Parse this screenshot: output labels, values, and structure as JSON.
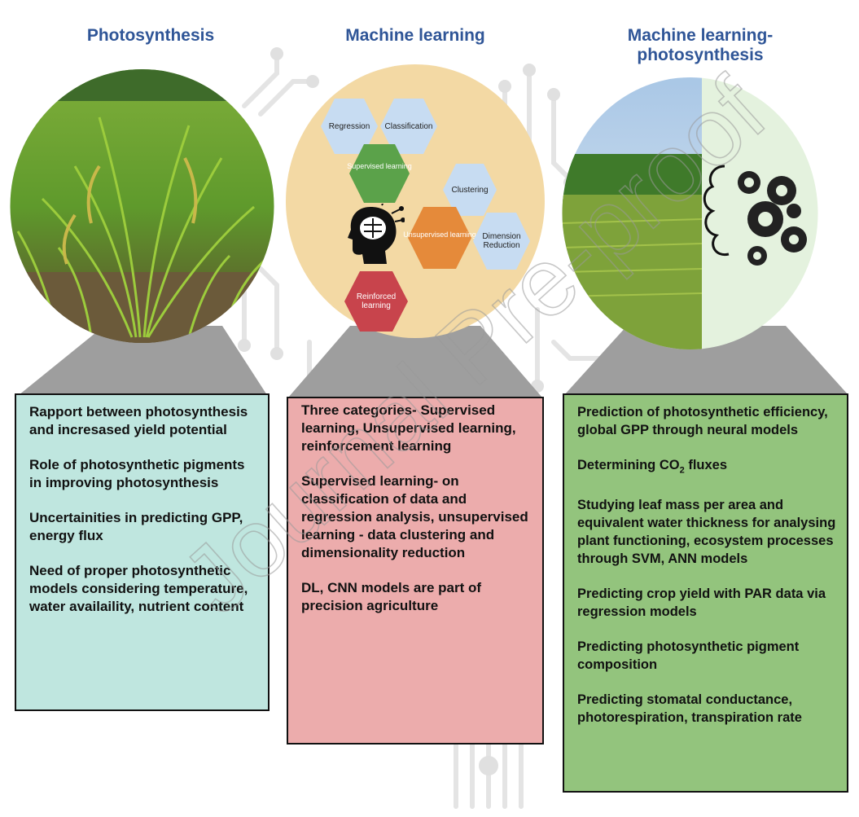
{
  "titles": {
    "col1": "Photosynthesis",
    "col2": "Machine learning",
    "col3_line1": "Machine learning-",
    "col3_line2": "photosynthesis"
  },
  "ml_circle": {
    "hexes": {
      "regression": "Regression",
      "classification": "Classification",
      "supervised": "Supervised learning",
      "clustering": "Clustering",
      "unsupervised": "Unsupervised learning",
      "dimension_line1": "Dimension",
      "dimension_line2": "Reduction",
      "reinforced_line1": "Reinforced",
      "reinforced_line2": "learning"
    }
  },
  "box1": {
    "items": [
      "Rapport between photosynthesis and incresased yield potential",
      "Role of photosynthetic pigments in improving photosynthesis",
      "Uncertainities in predicting GPP, energy flux",
      "Need of proper photosynthetic models considering temperature, water availaility, nutrient content"
    ]
  },
  "box2": {
    "items": [
      "Three categories- Supervised learning, Unsupervised learning, reinforcement learning",
      "Supervised learning- on classification of data and regression analysis, unsupervised learning - data clustering and dimensionality reduction",
      "DL, CNN models are part of precision agriculture"
    ]
  },
  "box3": {
    "items": [
      "Prediction of photosynthetic efficiency, global GPP through neural models",
      "Studying leaf mass per area and equivalent water thickness for analysing plant functioning, ecosystem processes through SVM, ANN models",
      "Predicting crop yield with PAR data via regression models",
      "Predicting photosynthetic pigment composition",
      "Predicting stomatal conductance, photorespiration, transpiration rate"
    ],
    "co2": {
      "prefix": "Determining CO",
      "sub": "2",
      "suffix": " fluxes"
    }
  },
  "watermark": "Journal Pre-proof",
  "colors": {
    "title": "#2f5597",
    "box1_bg": "#bfe6df",
    "box2_bg": "#ecacac",
    "box3_bg": "#93c47d",
    "ml_circle": "#f3d9a4",
    "funnel": "#9e9e9e"
  }
}
